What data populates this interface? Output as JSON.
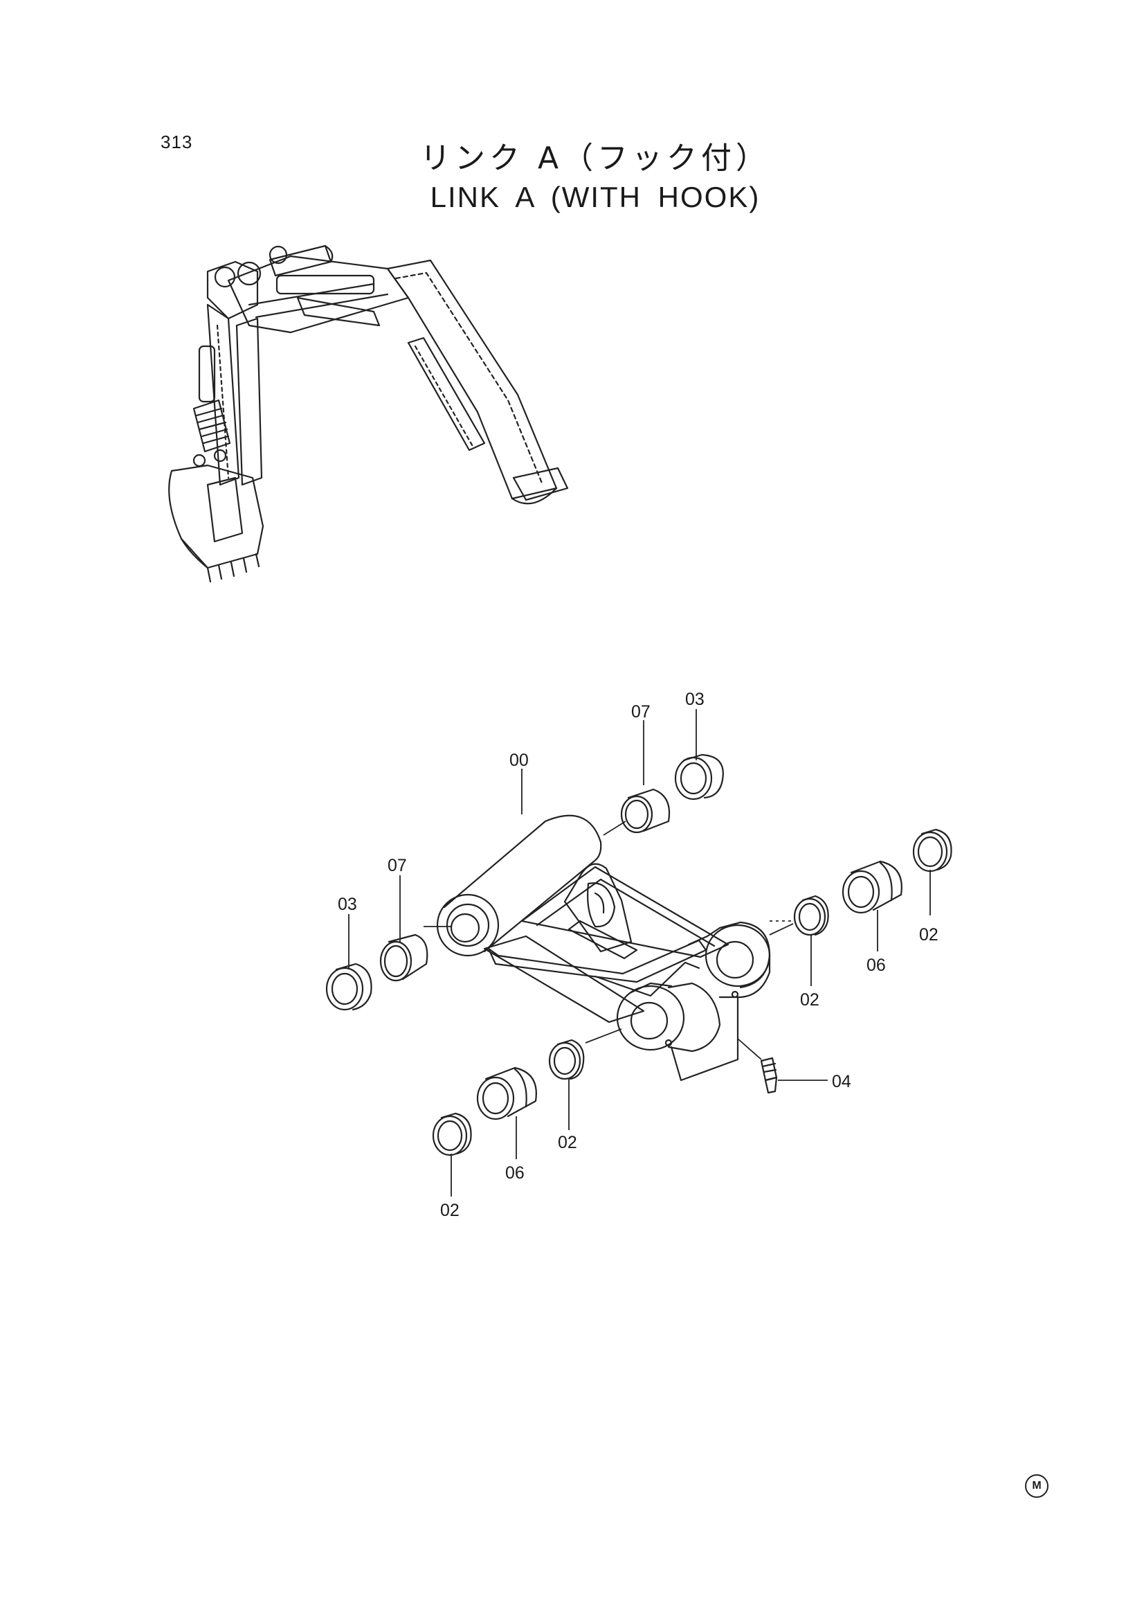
{
  "page": {
    "number": "313"
  },
  "title": {
    "japanese": "リンク A（フック付）",
    "english": "LINK A (WITH HOOK)"
  },
  "callouts": [
    {
      "id": "link-body",
      "label": "00"
    },
    {
      "id": "pin-collar-top",
      "label": "07"
    },
    {
      "id": "seal-top",
      "label": "03"
    },
    {
      "id": "pin-collar-left",
      "label": "07"
    },
    {
      "id": "seal-left",
      "label": "03"
    },
    {
      "id": "ring-right-outer",
      "label": "02"
    },
    {
      "id": "bushing-right",
      "label": "06"
    },
    {
      "id": "ring-right-inner",
      "label": "02"
    },
    {
      "id": "grease-fitting",
      "label": "04"
    },
    {
      "id": "ring-bottom-inner",
      "label": "02"
    },
    {
      "id": "bushing-bottom",
      "label": "06"
    },
    {
      "id": "ring-bottom-outer",
      "label": "02"
    }
  ],
  "footer_mark": "M",
  "colors": {
    "ink": "#1a1a1a",
    "paper": "#ffffff"
  }
}
